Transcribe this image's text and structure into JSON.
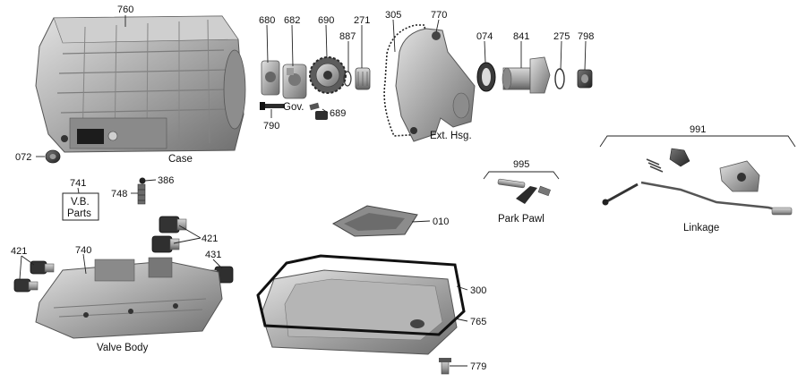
{
  "labels": {
    "p760": "760",
    "p680": "680",
    "p682": "682",
    "p690": "690",
    "p271": "271",
    "p887": "887",
    "p305": "305",
    "p770": "770",
    "p074": "074",
    "p841": "841",
    "p275": "275",
    "p798": "798",
    "p790": "790",
    "p689": "689",
    "p072": "072",
    "p741": "741",
    "p748": "748",
    "p386": "386",
    "p421a": "421",
    "p421b": "421",
    "p431": "431",
    "p740": "740",
    "p010": "010",
    "p300": "300",
    "p765": "765",
    "p779": "779",
    "p995": "995",
    "p991": "991"
  },
  "captions": {
    "case": "Case",
    "gov": "Gov.",
    "ext_hsg": "Ext. Hsg.",
    "vb_parts_line1": "V.B.",
    "vb_parts_line2": "Parts",
    "valve_body": "Valve Body",
    "park_pawl": "Park Pawl",
    "linkage": "Linkage"
  }
}
